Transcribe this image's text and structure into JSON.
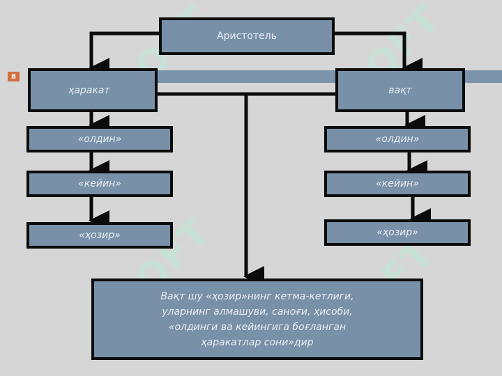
{
  "slide_number": "8",
  "watermark": "SOFT",
  "nodes": {
    "root": "Аристотель",
    "left_head": "ҳаракат",
    "right_head": "вақт",
    "left_1": "«олдин»",
    "left_2": "«кейин»",
    "left_3": "«ҳозир»",
    "right_1": "«олдин»",
    "right_2": "«кейин»",
    "right_3": "«ҳозир»",
    "definition": "Вақт шу «ҳозир»нинг кетма-кетлиги, уларнинг алмашуви, саноғи, ҳисоби, «олдинги ва кейингига боғланган ҳаракатлар сони»дир"
  },
  "colors": {
    "background": "#d6d6d6",
    "box_fill": "#7891a9",
    "box_border": "#0b0b0b",
    "accent_band": "#7b94ac",
    "slide_number_bg": "#d2703f"
  }
}
